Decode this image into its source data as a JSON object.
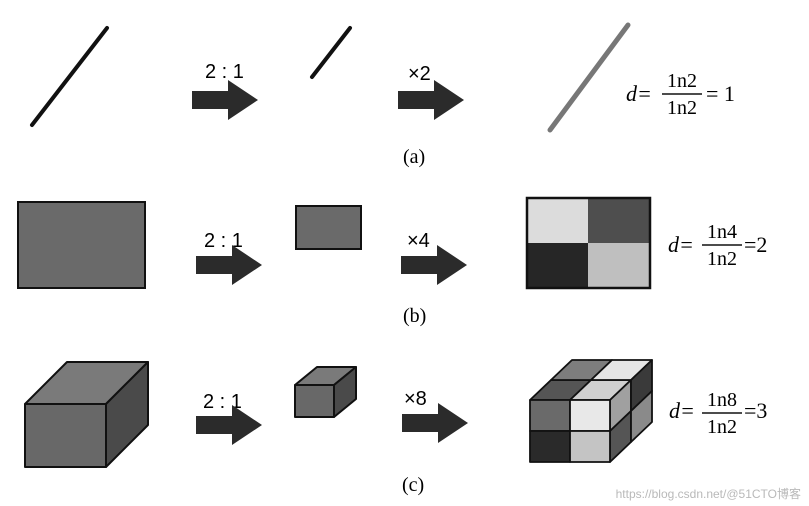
{
  "rows": [
    {
      "label": "(a)",
      "ratio": "2 : 1",
      "multiplier": "×2",
      "formula": {
        "prefix": "d=",
        "numerator": "1n2",
        "denominator": "1n2",
        "result": "= 1"
      }
    },
    {
      "label": "(b)",
      "ratio": "2 : 1",
      "multiplier": "×4",
      "formula": {
        "prefix": "d=",
        "numerator": "1n4",
        "denominator": "1n2",
        "result": "=2"
      }
    },
    {
      "label": "(c)",
      "ratio": "2 : 1",
      "multiplier": "×8",
      "formula": {
        "prefix": "d=",
        "numerator": "1n8",
        "denominator": "1n2",
        "result": "=3"
      }
    }
  ],
  "watermark": "https://blog.csdn.net/@51CTO博客",
  "colors": {
    "arrow": "#2b2b2b",
    "shape": "#6a6a6a",
    "stroke": "#111111"
  }
}
